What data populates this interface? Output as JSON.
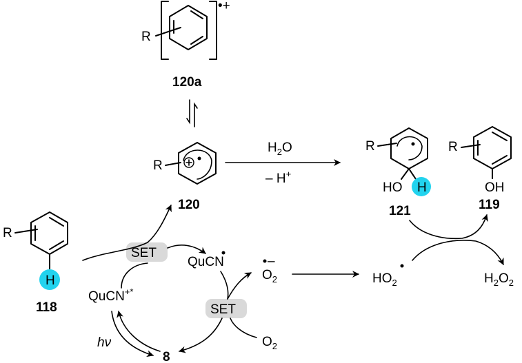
{
  "colors": {
    "highlight_h": "#22d3ee",
    "set_box": "#d9d9d9",
    "ink": "#000000"
  },
  "compounds": {
    "c120a": {
      "label": "120a",
      "substituent": "R",
      "charge": "•+"
    },
    "c120": {
      "label": "120",
      "substituent": "R"
    },
    "c121": {
      "label": "121",
      "substituent": "R",
      "oh": "HO",
      "h": "H"
    },
    "c119": {
      "label": "119",
      "substituent": "R",
      "oh": "OH"
    },
    "c118": {
      "label": "118",
      "substituent": "R",
      "h": "H"
    },
    "c8": {
      "label": "8"
    }
  },
  "reagents": {
    "water": "H2O",
    "minus_proton": "– H+",
    "set1": "SET",
    "set2": "SET",
    "qucn_radical": "QuCN",
    "qucn_excited": "QuCN+*",
    "o2_radical_anion": "O2•–",
    "o2": "O2",
    "hydroperoxyl": "HO2•",
    "h2o2": "H2O2",
    "light": "hν"
  }
}
